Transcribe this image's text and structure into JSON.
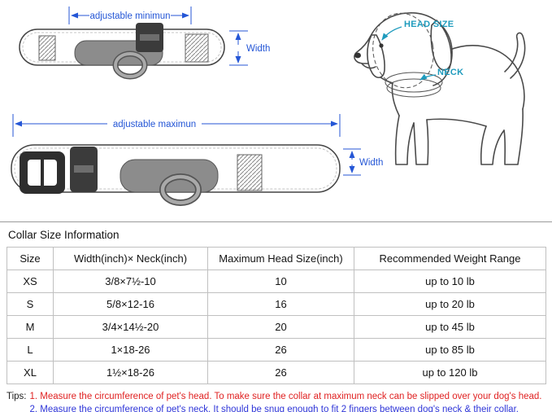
{
  "diagram": {
    "adjustable_min_label": "adjustable minimun",
    "adjustable_max_label": "adjustable maximun",
    "width_label_min": "Width",
    "width_label_max": "Width",
    "head_size_label": "HEAD SIZE",
    "neck_label": "NECK"
  },
  "section_title": "Collar Size Information",
  "table": {
    "headers": [
      "Size",
      "Width(inch)× Neck(inch)",
      "Maximum Head Size(inch)",
      "Recommended Weight Range"
    ],
    "rows": [
      [
        "XS",
        "3/8×7½-10",
        "10",
        "up to 10 lb"
      ],
      [
        "S",
        "5/8×12-16",
        "16",
        "up to 20 lb"
      ],
      [
        "M",
        "3/4×14½-20",
        "20",
        "up to 45 lb"
      ],
      [
        "L",
        "1×18-26",
        "26",
        "up to 85 lb"
      ],
      [
        "XL",
        "1½×18-26",
        "26",
        "up to 120 lb"
      ]
    ]
  },
  "tips": {
    "label": "Tips:",
    "tip1": "1. Measure the circumference of pet's head.  To make sure the collar at maximum neck can be slipped over your dog's head.",
    "tip2": "2. Measure the circumference of pet's neck. It should be snug enough to fit 2 fingers between dog's neck & their collar."
  },
  "colors": {
    "dimension_label_blue": "#2456d6",
    "anatomy_label_teal": "#1f9bbd",
    "tip1_red": "#e02222",
    "tip2_blue": "#2f36d8",
    "pad_gray": "#8c8c8c",
    "table_border": "#c0c0c0"
  }
}
